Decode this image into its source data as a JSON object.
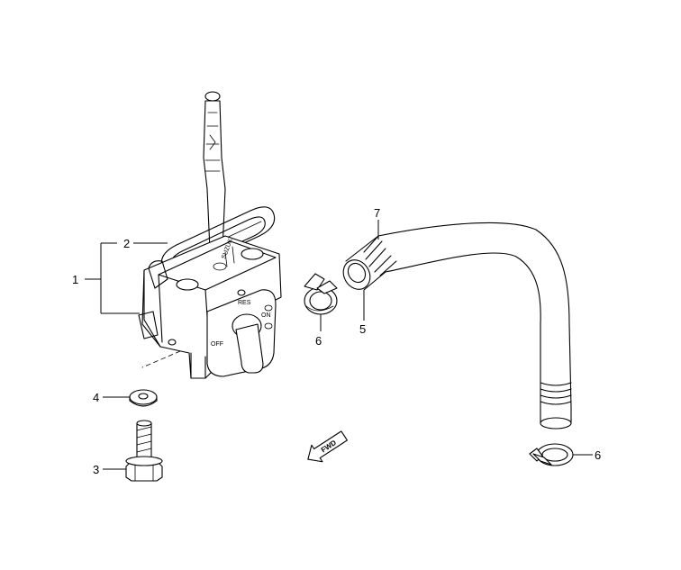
{
  "callouts": {
    "fuel_cock_assy": "1",
    "gasket": "2",
    "bolt": "3",
    "washer": "4",
    "fuel_hose": "5",
    "clip_upper": "6",
    "clip_lower": "6",
    "hose_end": "7"
  },
  "fwd_badge": "FWD",
  "valve_markings": {
    "on_mark": "ON",
    "res_mark": "RES",
    "off_mark": "OFF"
  },
  "colors": {
    "line": "#000000",
    "background": "#ffffff"
  }
}
